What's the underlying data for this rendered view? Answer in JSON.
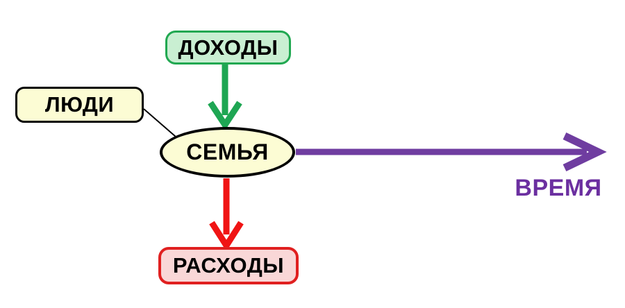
{
  "diagram": {
    "background": "#ffffff",
    "nodes": {
      "incomes": {
        "label": "ДОХОДЫ",
        "fill": "#c9efd2",
        "border": "#21a851",
        "shape": "rounded-rect"
      },
      "people": {
        "label": "ЛЮДИ",
        "fill": "#fcfcd4",
        "border": "#000000",
        "shape": "rounded-rect"
      },
      "family": {
        "label": "СЕМЬЯ",
        "fill": "#fcfcd4",
        "border": "#000000",
        "shape": "ellipse"
      },
      "expenses": {
        "label": "РАСХОДЫ",
        "fill": "#f9d7d7",
        "border": "#e02020",
        "shape": "rounded-rect"
      }
    },
    "timeline": {
      "label": "ВРЕМЯ",
      "color": "#6b2fa0"
    },
    "arrows": {
      "income_to_family": {
        "from": "incomes",
        "to": "family",
        "color": "#1ea653",
        "direction": "down"
      },
      "family_to_expenses": {
        "from": "family",
        "to": "expenses",
        "color": "#f01414",
        "direction": "down"
      },
      "family_time": {
        "from": "family",
        "to": "time",
        "color": "#6f3da0",
        "direction": "right"
      }
    },
    "connectors": {
      "people_family": {
        "from": "people",
        "to": "family",
        "color": "#000000",
        "type": "plain-line"
      }
    }
  }
}
